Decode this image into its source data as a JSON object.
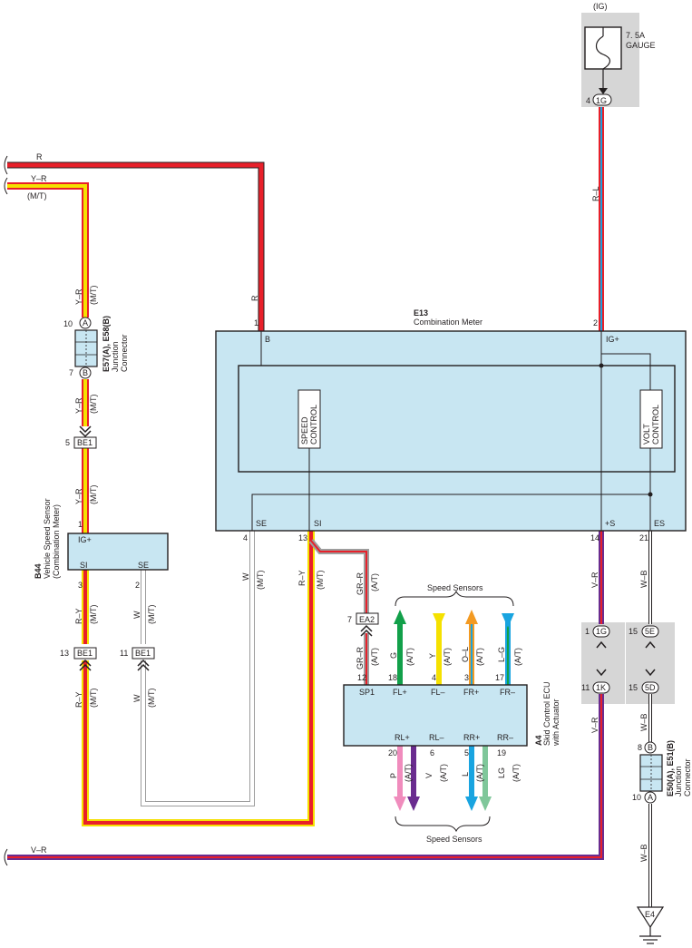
{
  "ig": "(IG)",
  "fuse": {
    "rating": "7. 5A",
    "name": "GAUGE",
    "pin": "4",
    "conn": "1G"
  },
  "wires": {
    "r": "R",
    "yr": "Y–R",
    "mt": "(M/T)",
    "at": "(A/T)",
    "rl": "R–L",
    "vr": "V–R",
    "wb": "W–B",
    "w": "W",
    "ry": "R–Y",
    "grr": "GR–R",
    "g": "G",
    "y": "Y",
    "ol": "O–L",
    "lg_up": "L–G",
    "p": "P",
    "v": "V",
    "l": "L",
    "lg": "LG"
  },
  "combination_meter": {
    "code": "E13",
    "name": "Combination Meter",
    "pins": {
      "b": "B",
      "ig": "IG+",
      "se": "SE",
      "si": "SI",
      "s": "+S",
      "es": "ES"
    },
    "pin_nums": {
      "b": "1",
      "ig": "2",
      "se": "4",
      "si": "13",
      "s": "14",
      "es": "21"
    },
    "speed_control": [
      "SPEED",
      "CONTROL"
    ],
    "volt_control": [
      "VOLT",
      "CONTROL"
    ]
  },
  "junction_top": {
    "code": "E57(A), E58(B)",
    "name": "Junction",
    "name2": "Connector",
    "pin_a": "10",
    "pin_b": "7",
    "a": "A",
    "b": "B"
  },
  "be1_top": {
    "pin": "5",
    "name": "BE1"
  },
  "vss": {
    "code": "B44",
    "name": "Vehicle Speed Sensor",
    "sub": "(Combination Meter)",
    "pins": {
      "ig": "IG+",
      "si": "SI",
      "se": "SE"
    },
    "pin_nums": {
      "ig": "1",
      "si": "3",
      "se": "2"
    }
  },
  "be1_left": {
    "pin": "13",
    "name": "BE1"
  },
  "be1_right": {
    "pin": "11",
    "name": "BE1"
  },
  "ea2": {
    "pin": "7",
    "name": "EA2"
  },
  "ecu": {
    "code": "A4",
    "name": "Skid Control ECU",
    "name2": "with Actuator",
    "top_pins": [
      "SP1",
      "FL+",
      "FL–",
      "FR+",
      "FR–"
    ],
    "top_nums": [
      "12",
      "18",
      "4",
      "3",
      "17"
    ],
    "bottom_pins": [
      "RL+",
      "RL–",
      "RR+",
      "RR–"
    ],
    "bottom_nums": [
      "20",
      "6",
      "5",
      "19"
    ]
  },
  "speed_sensors_label": "Speed Sensors",
  "conn_1g": {
    "pin": "1",
    "name": "1G"
  },
  "conn_1k": {
    "pin": "11",
    "name": "1K"
  },
  "conn_5e": {
    "pin": "15",
    "name": "5E"
  },
  "conn_5d": {
    "pin": "15",
    "name": "5D"
  },
  "junction_bottom": {
    "code": "E50(A), E51(B)",
    "name": "Junction",
    "name2": "Connector",
    "pin_b": "8",
    "pin_a": "10",
    "a": "A",
    "b": "B"
  },
  "ground": "E4",
  "colors": {
    "red": "#e8202a",
    "yellow": "#f5e100",
    "orange": "#f39a22",
    "purple": "#6a2c8f",
    "green": "#12a04a",
    "pink": "#f08cbd",
    "blue": "#19a4e0",
    "lightgreen": "#7fc79a",
    "box": "#c8e6f2",
    "shade": "#d0d0d0",
    "gray": "#9d9d9d"
  }
}
